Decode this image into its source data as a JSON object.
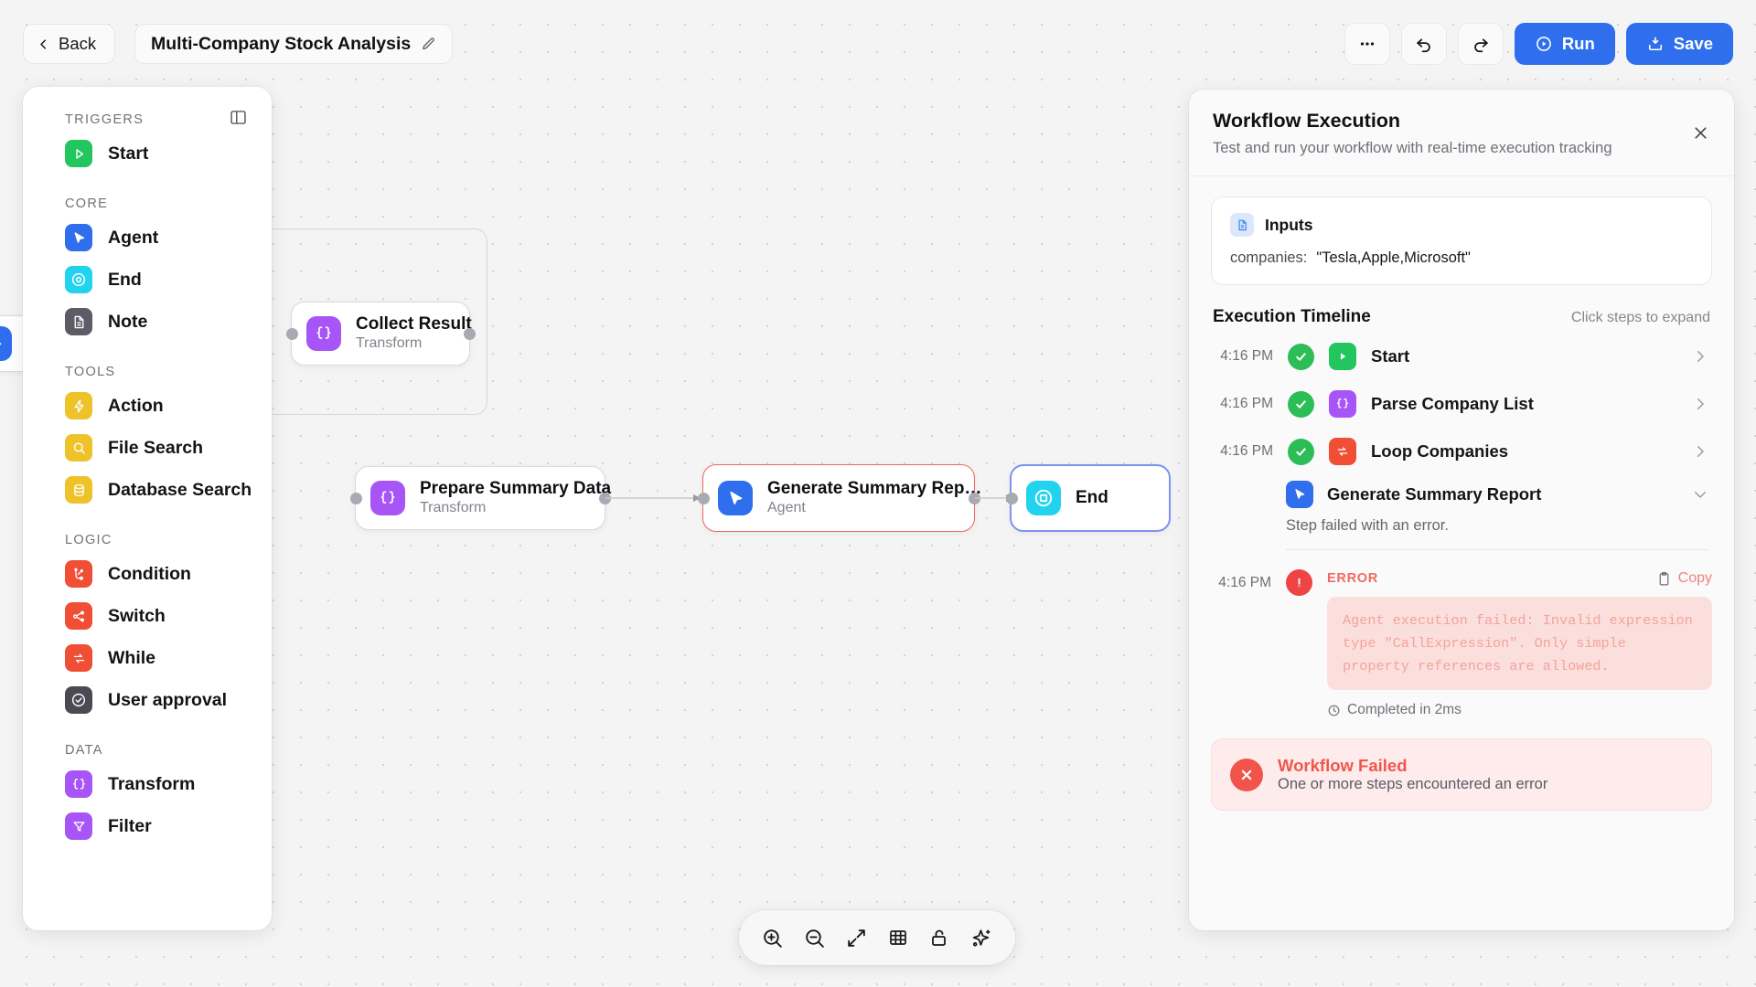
{
  "topbar": {
    "back_label": "Back",
    "workflow_title": "Multi-Company Stock Analysis",
    "more_label": "•••",
    "run_label": "Run",
    "save_label": "Save"
  },
  "palette": {
    "sections": [
      {
        "label": "TRIGGERS",
        "items": [
          {
            "label": "Start",
            "icon": "play-icon",
            "color": "#22c55e"
          }
        ]
      },
      {
        "label": "CORE",
        "items": [
          {
            "label": "Agent",
            "icon": "cursor-icon",
            "color": "#2f6fed"
          },
          {
            "label": "End",
            "icon": "target-icon",
            "color": "#22d3ee"
          },
          {
            "label": "Note",
            "icon": "document-icon",
            "color": "#5c5c66"
          }
        ]
      },
      {
        "label": "TOOLS",
        "items": [
          {
            "label": "Action",
            "icon": "bolt-icon",
            "color": "#eec32a"
          },
          {
            "label": "File Search",
            "icon": "magnifier-icon",
            "color": "#eec32a"
          },
          {
            "label": "Database Search",
            "icon": "database-icon",
            "color": "#eec32a"
          }
        ]
      },
      {
        "label": "LOGIC",
        "items": [
          {
            "label": "Condition",
            "icon": "branch-icon",
            "color": "#f04e35"
          },
          {
            "label": "Switch",
            "icon": "switch-icon",
            "color": "#f04e35"
          },
          {
            "label": "While",
            "icon": "loop-icon",
            "color": "#f04e35"
          },
          {
            "label": "User approval",
            "icon": "check-circle-icon",
            "color": "#4a4a52"
          }
        ]
      },
      {
        "label": "DATA",
        "items": [
          {
            "label": "Transform",
            "icon": "braces-icon",
            "color": "#a855f7"
          },
          {
            "label": "Filter",
            "icon": "funnel-icon",
            "color": "#a855f7"
          }
        ]
      }
    ]
  },
  "canvas": {
    "nodes": [
      {
        "title": "Collect Result",
        "subtitle": "Transform",
        "icon": "braces-icon",
        "color": "#a855f7"
      },
      {
        "title": "Prepare Summary Data",
        "subtitle": "Transform",
        "icon": "braces-icon",
        "color": "#a855f7"
      },
      {
        "title": "Generate Summary Rep…",
        "subtitle": "Agent",
        "icon": "cursor-icon",
        "color": "#2f6fed"
      },
      {
        "title": "End",
        "subtitle": "",
        "icon": "target-icon",
        "color": "#22d3ee"
      }
    ],
    "toolbar": [
      {
        "name": "zoom-in-icon"
      },
      {
        "name": "zoom-out-icon"
      },
      {
        "name": "fit-view-icon"
      },
      {
        "name": "grid-icon"
      },
      {
        "name": "lock-icon"
      },
      {
        "name": "auto-layout-icon"
      }
    ]
  },
  "panel": {
    "title": "Workflow Execution",
    "subtitle": "Test and run your workflow with real-time execution tracking",
    "inputs": {
      "title": "Inputs",
      "key": "companies:",
      "value": "\"Tesla,Apple,Microsoft\""
    },
    "timeline": {
      "title": "Execution Timeline",
      "hint": "Click steps to expand",
      "steps": [
        {
          "time": "4:16 PM",
          "status": "ok",
          "label": "Start",
          "icon": "play-icon",
          "color": "#22c55e"
        },
        {
          "time": "4:16 PM",
          "status": "ok",
          "label": "Parse Company List",
          "icon": "braces-icon",
          "color": "#a855f7"
        },
        {
          "time": "4:16 PM",
          "status": "ok",
          "label": "Loop Companies",
          "icon": "loop-icon",
          "color": "#f04e35"
        }
      ],
      "expanded": {
        "label": "Generate Summary Report",
        "icon": "cursor-icon",
        "color": "#2f6fed",
        "message": "Step failed with an error.",
        "time": "4:16 PM",
        "error_label": "ERROR",
        "copy_label": "Copy",
        "error_text": "Agent execution failed: Invalid expression type \"CallExpression\". Only simple property references are allowed.",
        "duration": "Completed in 2ms"
      }
    },
    "failure": {
      "title": "Workflow Failed",
      "subtitle": "One or more steps encountered an error"
    }
  },
  "colors": {
    "accent": "#2f6fed",
    "error": "#ef4444",
    "success": "#2cbd57"
  }
}
